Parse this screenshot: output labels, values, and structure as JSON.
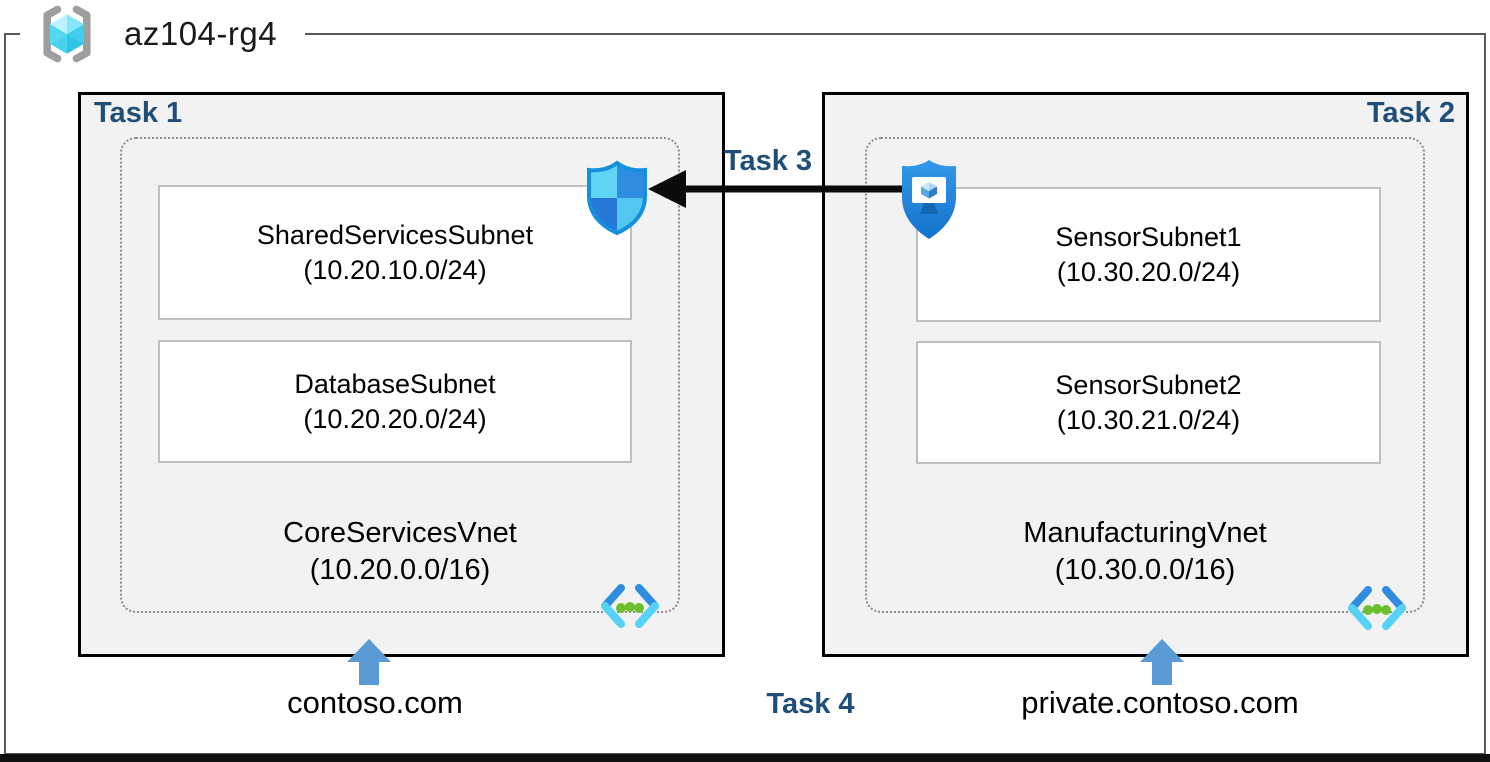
{
  "header": {
    "resource_group": "az104-rg4"
  },
  "tasks": {
    "t1": "Task 1",
    "t2": "Task 2",
    "t3": "Task 3",
    "t4": "Task 4"
  },
  "vnets": [
    {
      "name": "CoreServicesVnet",
      "cidr": "(10.20.0.0/16)",
      "dns_label": "contoso.com",
      "subnets": [
        {
          "name": "SharedServicesSubnet",
          "cidr": "(10.20.10.0/24)"
        },
        {
          "name": "DatabaseSubnet",
          "cidr": "(10.20.20.0/24)"
        }
      ]
    },
    {
      "name": "ManufacturingVnet",
      "cidr": "(10.30.0.0/16)",
      "dns_label": "private.contoso.com",
      "subnets": [
        {
          "name": "SensorSubnet1",
          "cidr": "(10.30.20.0/24)"
        },
        {
          "name": "SensorSubnet2",
          "cidr": "(10.30.21.0/24)"
        }
      ]
    }
  ],
  "icons": {
    "resource_group": "resource-group-icon",
    "nsg_shield": "network-security-group-shield-icon",
    "protected_vm": "protected-vm-shield-icon",
    "virtual_network": "virtual-network-icon",
    "peering_arrow": "peering-arrow-icon",
    "dns_up_arrow": "dns-up-arrow-icon"
  },
  "colors": {
    "task_label": "#1F4E79",
    "task_box_fill": "#F2F2F2",
    "task_box_border": "#000000",
    "outer_border": "#595959",
    "dotted_border": "#8C8C8C",
    "subnet_border": "#BFBFBF",
    "dns_arrow_blue": "#5B9BD5",
    "shield_border_blue": "#1490DF",
    "shield_light_cyan": "#5FD4F4",
    "shield_blue": "#2E8DE0",
    "vnet_dot_green": "#6CBF2E",
    "cube_cyan": "#55D9F2",
    "bracket_gray": "#9E9E9E"
  }
}
